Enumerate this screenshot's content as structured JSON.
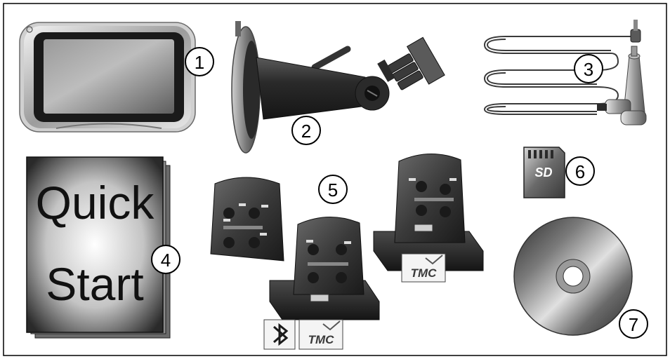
{
  "callouts": [
    {
      "label": "1"
    },
    {
      "label": "2"
    },
    {
      "label": "3"
    },
    {
      "label": "4"
    },
    {
      "label": "5"
    },
    {
      "label": "6"
    },
    {
      "label": "7"
    }
  ],
  "book": {
    "line1": "Quick",
    "line2": "Start"
  },
  "sd_card": {
    "logo": "SD"
  },
  "tmc_badges": [
    {
      "text": "TMC"
    },
    {
      "text": "TMC"
    }
  ],
  "colors": {
    "frame": "#000000",
    "dark": "#3a3a3a",
    "mid": "#8a8a8a",
    "light": "#d8d8d8"
  },
  "icons": {
    "bluetooth": "bluetooth-icon"
  }
}
